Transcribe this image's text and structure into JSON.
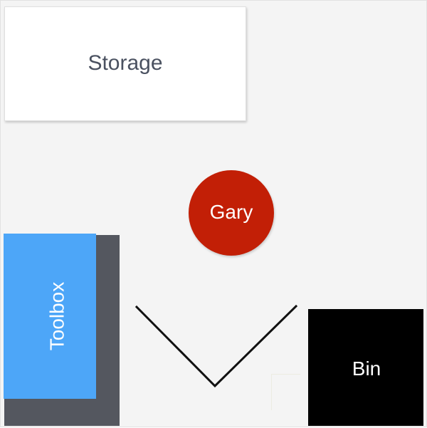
{
  "storage": {
    "label": "Storage"
  },
  "person": {
    "label": "Gary"
  },
  "toolbox": {
    "label": "Toolbox"
  },
  "bin": {
    "label": "Bin"
  },
  "colors": {
    "background": "#f4f4f4",
    "storage": "#ffffff",
    "person": "#c21f06",
    "toolbox": "#4da6f8",
    "toolbox_shadow": "#54575f",
    "bin": "#000000"
  }
}
